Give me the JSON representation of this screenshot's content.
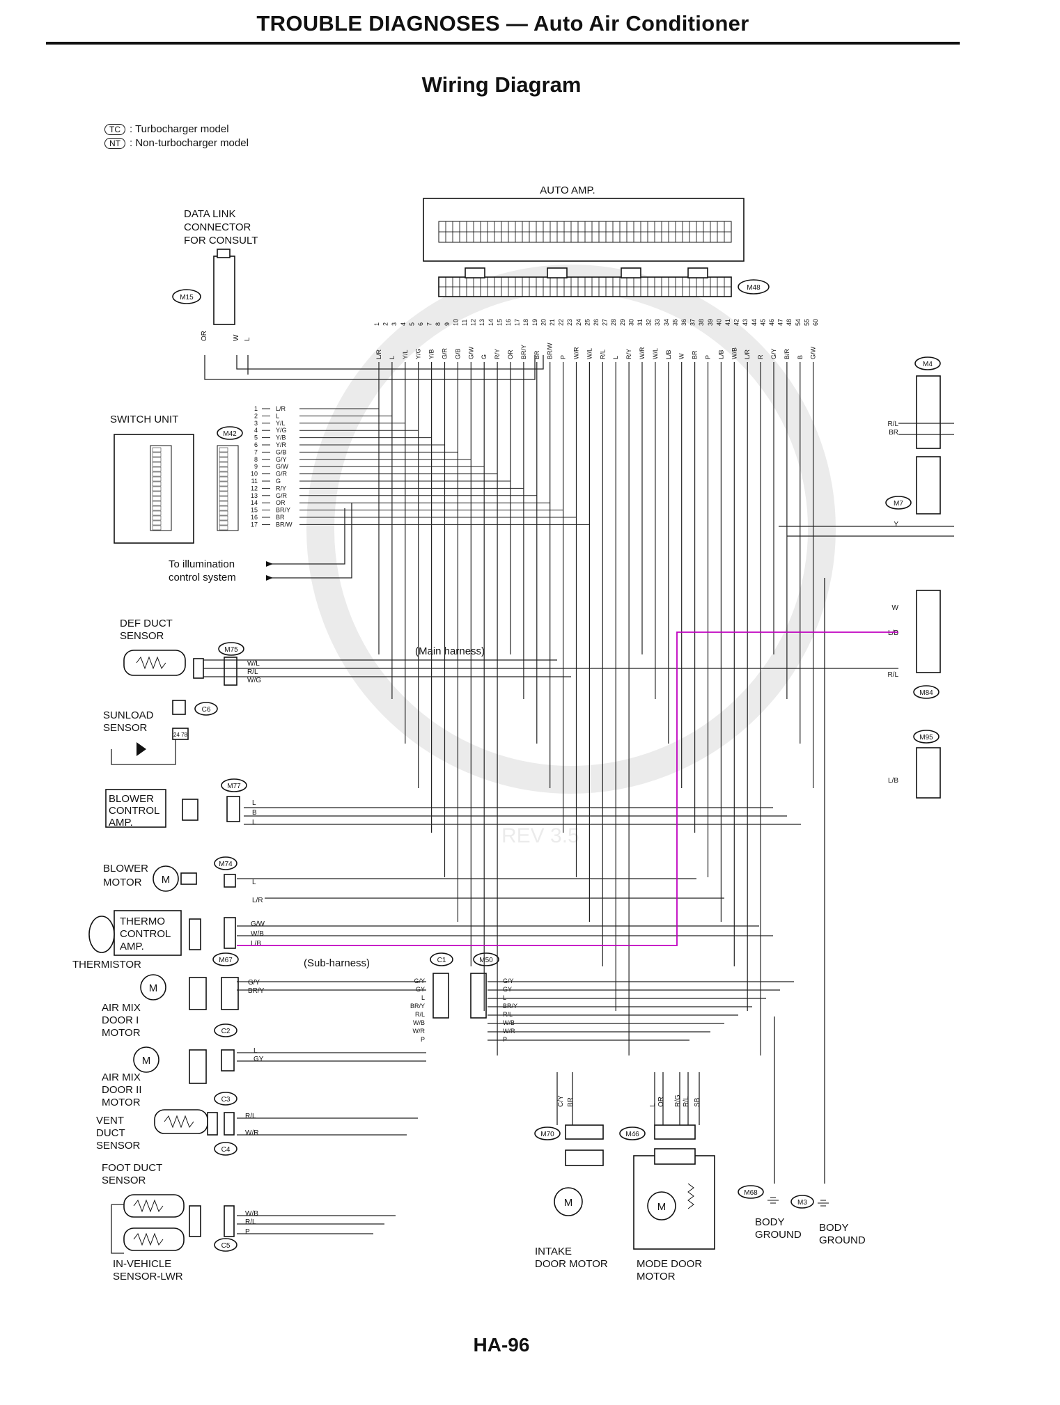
{
  "header": {
    "title": "TROUBLE DIAGNOSES — Auto Air Conditioner"
  },
  "subtitle": "Wiring Diagram",
  "legend": [
    {
      "code": "TC",
      "text": ": Turbocharger model"
    },
    {
      "code": "NT",
      "text": ": Non-turbocharger model"
    }
  ],
  "auto_amp": {
    "label": "AUTO AMP.",
    "connector": "M48",
    "terminals": [
      "1",
      "2",
      "3",
      "4",
      "5",
      "6",
      "7",
      "8",
      "9",
      "10",
      "11",
      "12",
      "13",
      "14",
      "15",
      "16",
      "17",
      "18",
      "19",
      "20",
      "21",
      "22",
      "23",
      "24",
      "25",
      "26",
      "27",
      "28",
      "29",
      "30",
      "31",
      "32",
      "33",
      "34",
      "35",
      "36",
      "37",
      "38",
      "39",
      "40",
      "41",
      "42",
      "43",
      "44",
      "45",
      "46",
      "47",
      "48",
      "54",
      "55",
      "60"
    ],
    "wires": [
      "L/R",
      "L",
      "Y/L",
      "Y/G",
      "Y/B",
      "G/R",
      "G/B",
      "G/W",
      "G",
      "R/Y",
      "OR",
      "BR/Y",
      "BR",
      "BR/W",
      "P",
      "W/R",
      "W/L",
      "R/L",
      "L",
      "R/Y",
      "W/R",
      "W/L",
      "L/B",
      "W",
      "BR",
      "P",
      "L/B",
      "W/B",
      "L/R",
      "R",
      "G/Y",
      "B/R",
      "B",
      "G/W"
    ]
  },
  "data_link": {
    "label": "DATA LINK CONNECTOR FOR CONSULT",
    "connector": "M15",
    "wires": [
      "OR",
      "W",
      "L"
    ]
  },
  "switch_unit": {
    "label": "SWITCH UNIT",
    "connector": "M42",
    "rows": [
      {
        "pin": "1",
        "wire": "L/R"
      },
      {
        "pin": "2",
        "wire": "L"
      },
      {
        "pin": "3",
        "wire": "Y/L"
      },
      {
        "pin": "4",
        "wire": "Y/G"
      },
      {
        "pin": "5",
        "wire": "Y/B"
      },
      {
        "pin": "6",
        "wire": "Y/R"
      },
      {
        "pin": "7",
        "wire": "G/B"
      },
      {
        "pin": "8",
        "wire": "G/Y"
      },
      {
        "pin": "9",
        "wire": "G/W"
      },
      {
        "pin": "10",
        "wire": "G/R"
      },
      {
        "pin": "11",
        "wire": "G"
      },
      {
        "pin": "12",
        "wire": "R/Y"
      },
      {
        "pin": "13",
        "wire": "G/R"
      },
      {
        "pin": "14",
        "wire": "OR"
      },
      {
        "pin": "15",
        "wire": "BR/Y"
      },
      {
        "pin": "16",
        "wire": "BR"
      },
      {
        "pin": "17",
        "wire": "BR/W"
      }
    ],
    "illumination": "To illumination control system"
  },
  "harness": {
    "main": "(Main harness)",
    "sub": "(Sub-harness)"
  },
  "components": {
    "def_duct": {
      "label": "DEF DUCT SENSOR",
      "connector": "M75",
      "wires": [
        "W/L",
        "R/L",
        "W/G"
      ],
      "sub_connector": "C6"
    },
    "sunload": {
      "label": "SUNLOAD SENSOR",
      "pins": "24 78"
    },
    "blower_ctrl": {
      "label": "BLOWER CONTROL AMP.",
      "connector": "M77",
      "wires": [
        "L",
        "B",
        "L"
      ]
    },
    "blower_motor": {
      "label": "BLOWER MOTOR",
      "connector": "M74",
      "wires": [
        "L",
        "L/R"
      ]
    },
    "thermo": {
      "label": "THERMO CONTROL AMP.",
      "wires": [
        "G/W",
        "W/B",
        "L/B"
      ],
      "thermistor": "THERMISTOR"
    },
    "airmix1": {
      "label": "AIR MIX DOOR I MOTOR",
      "connector": "M67",
      "wires": [
        "G/Y",
        "BR/Y"
      ],
      "sub_connector": "C2"
    },
    "airmix2": {
      "label": "AIR MIX DOOR II MOTOR",
      "wires": [
        "L",
        "GY"
      ],
      "sub_connector": "C3"
    },
    "vent_duct": {
      "label": "VENT DUCT SENSOR",
      "wires": [
        "R/L",
        "W/R"
      ],
      "sub_connector": "C4"
    },
    "foot_duct": {
      "label": "FOOT DUCT SENSOR",
      "wires": [
        "W/B",
        "R/L",
        "P"
      ],
      "sub_connector": "C5"
    },
    "in_vehicle": {
      "label": "IN-VEHICLE SENSOR-LWR"
    },
    "c1": {
      "label": "C1",
      "wires": [
        "G/Y",
        "GY",
        "L",
        "BR/Y",
        "R/L",
        "W/B",
        "W/R",
        "P"
      ]
    },
    "m50": {
      "label": "M50"
    },
    "intake": {
      "label": "INTAKE DOOR MOTOR",
      "connector": "M70",
      "wires": [
        "C/Y",
        "BR"
      ]
    },
    "mode": {
      "label": "MODE DOOR MOTOR",
      "connector": "M46",
      "wires": [
        "L",
        "OR",
        "R/G",
        "R/L",
        "SB"
      ]
    },
    "ground1": {
      "label": "BODY GROUND",
      "connector": "M68"
    },
    "ground2": {
      "label": "BODY GROUND",
      "connector": "M3"
    },
    "right_connectors": [
      {
        "id": "M4",
        "wires": [
          "R/L",
          "BR"
        ]
      },
      {
        "id": "M7",
        "wires": [
          "Y"
        ]
      },
      {
        "id": "M84",
        "wires": [
          "W",
          "L/B",
          "R/L"
        ]
      },
      {
        "id": "M95",
        "wires": [
          "L/B"
        ]
      }
    ]
  },
  "watermark": "REV 3.5",
  "page_number": "HA-96"
}
